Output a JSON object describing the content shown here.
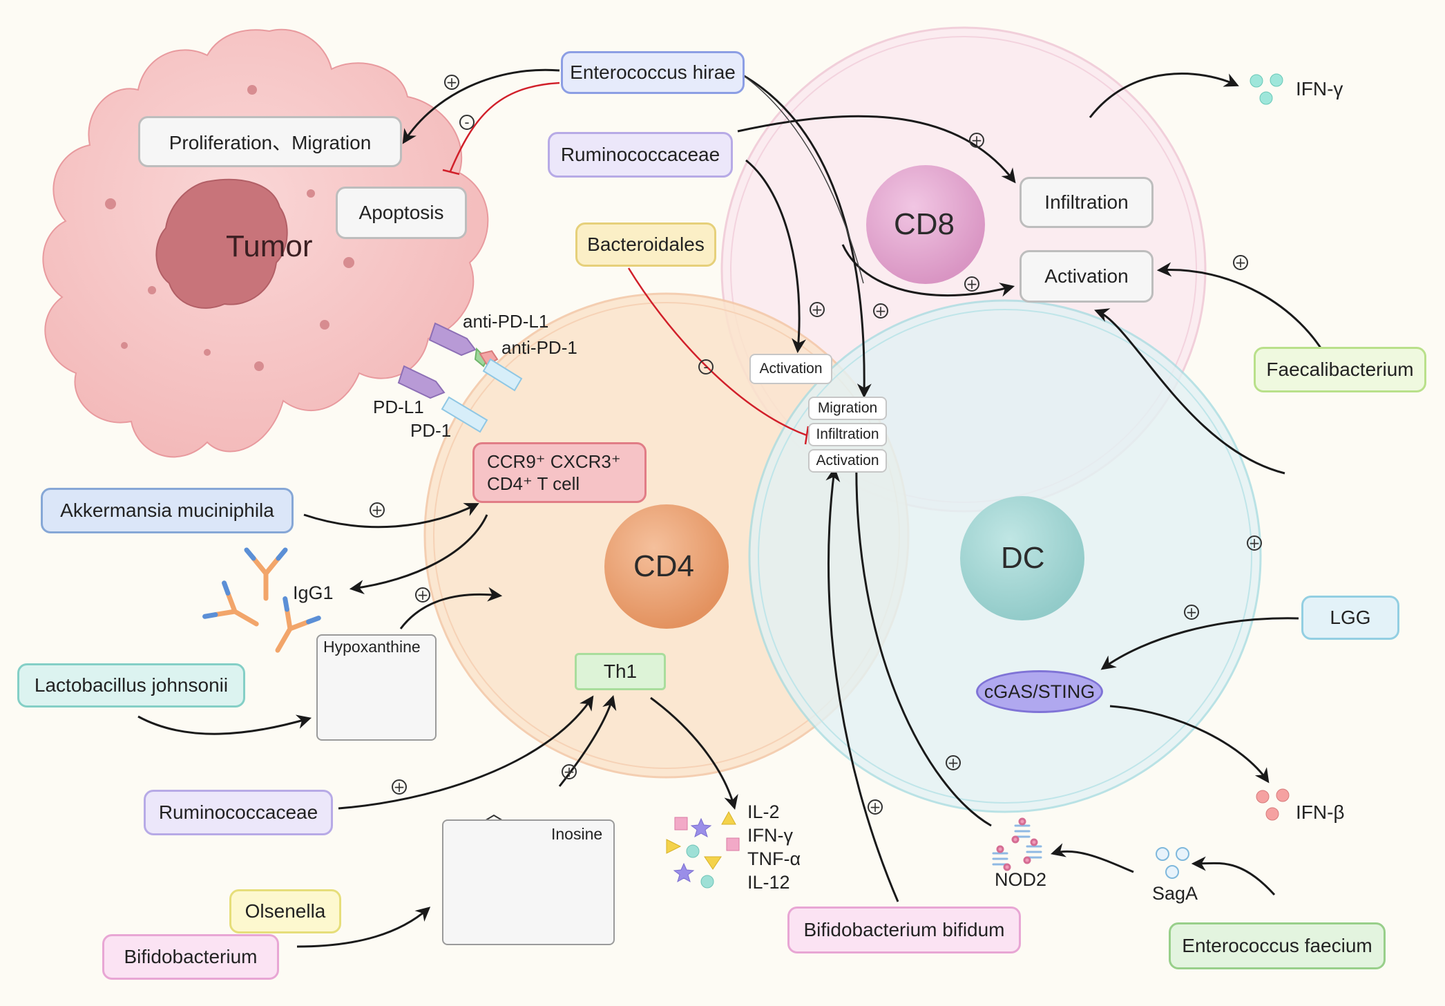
{
  "cells": {
    "tumor": "Tumor",
    "cd8": "CD8",
    "cd4": "CD4",
    "dc": "DC"
  },
  "tumor_labels": {
    "proliferation": "Proliferation、Migration",
    "apoptosis": "Apoptosis"
  },
  "checkpoint": {
    "anti_pd_l1": "anti-PD-L1",
    "anti_pd_1": "anti-PD-1",
    "pd_l1": "PD-L1",
    "pd_1": "PD-1"
  },
  "bacteria": {
    "enterococcus_hirae": "Enterococcus hirae",
    "ruminococcaceae_top": "Ruminococcaceae",
    "bacteroidales": "Bacteroidales",
    "akkermansia": "Akkermansia muciniphila",
    "lactobacillus": "Lactobacillus johnsonii",
    "ruminococcaceae_bottom": "Ruminococcaceae",
    "olsenella": "Olsenella",
    "bifidobacterium": "Bifidobacterium",
    "bifidobacterium_bifidum": "Bifidobacterium bifidum",
    "faecalibacterium": "Faecalibacterium",
    "lgg": "LGG",
    "enterococcus_faecium": "Enterococcus faecium"
  },
  "cd8_labels": {
    "infiltration": "Infiltration",
    "activation": "Activation"
  },
  "small_labels": {
    "activation_cd4": "Activation",
    "migration": "Migration",
    "infiltration": "Infiltration",
    "activation": "Activation"
  },
  "ccr9": {
    "line1": "CCR9⁺ CXCR3⁺",
    "line2": "CD4⁺ T cell"
  },
  "th1": "Th1",
  "igg1": "IgG1",
  "molecules": {
    "hypoxanthine": "Hypoxanthine",
    "inosine": "Inosine"
  },
  "cytokines": [
    "IL-2",
    "IFN-γ",
    "TNF-α",
    "IL-12"
  ],
  "cgas_sting": "cGAS/STING",
  "ifn_gamma": "IFN-γ",
  "ifn_beta": "IFN-β",
  "nod2": "NOD2",
  "saga": "SagA",
  "colors": {
    "tumor_body": "#f6c9c9",
    "tumor_nucleus": "#c76e72",
    "cd8": "#e0a9cf",
    "cd4": "#eaa47c",
    "dc": "#a6d8d6",
    "inhibit": "#d1202a"
  }
}
